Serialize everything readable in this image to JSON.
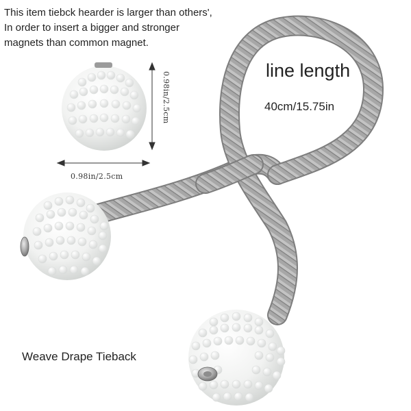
{
  "description": {
    "line1": "This item tiebck hearder is larger than others',",
    "line2": "In order to insert a bigger and stronger",
    "line3": "magnets than common magnet."
  },
  "line_length": {
    "label": "line length",
    "value": "40cm/15.75in"
  },
  "dimensions": {
    "height": "0.98in/2.5cm",
    "width": "0.98in/2.5cm"
  },
  "product_name": "Weave Drape Tieback",
  "colors": {
    "rope": "#a9a9a9",
    "rope_shadow": "#8a8a8a",
    "rope_highlight": "#d6d6d6",
    "pearl": "#f4f5f4",
    "pearl_shadow": "#d7d9d8",
    "magnet": "#9a9a9a"
  }
}
